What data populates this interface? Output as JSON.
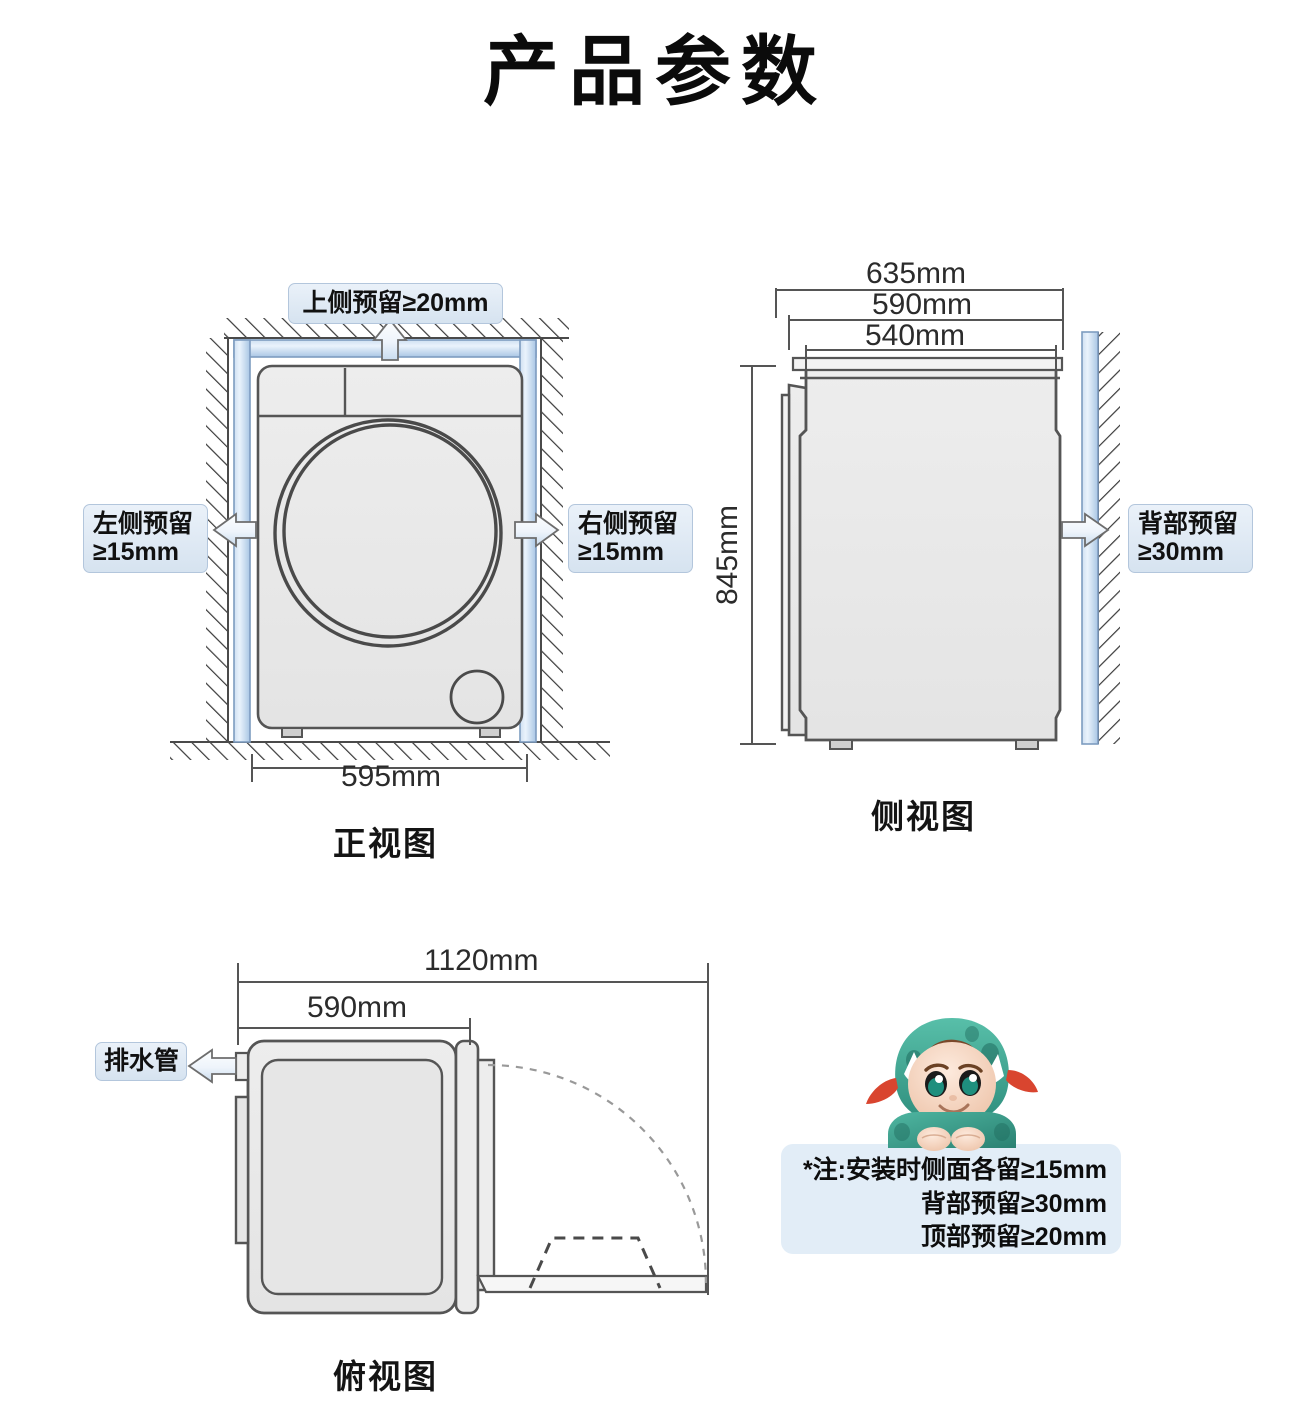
{
  "page": {
    "title": "产品参数"
  },
  "front_view": {
    "label": "正视图",
    "callouts": {
      "top": "上侧预留≥20mm",
      "left": "左侧预留\n≥15mm",
      "right": "右侧预留\n≥15mm"
    },
    "dimensions": {
      "width": "595mm"
    }
  },
  "side_view": {
    "label": "侧视图",
    "callouts": {
      "back": "背部预留\n≥30mm"
    },
    "dimensions": {
      "depth_total": "635mm",
      "depth_mid": "590mm",
      "depth_body": "540mm",
      "height": "845mm"
    }
  },
  "top_view": {
    "label": "俯视图",
    "callouts": {
      "drain": "排水管"
    },
    "dimensions": {
      "door_open_depth": "1120mm",
      "width": "590mm"
    }
  },
  "note": {
    "text": "*注:安装时侧面各留≥15mm\n背部预留≥30mm\n顶部预留≥20mm"
  },
  "colors": {
    "wall_fill_light": "#e8f0fa",
    "wall_fill_dark": "#a9c6e4",
    "callout_border": "#b3c6dc",
    "note_bg": "#e2edf7",
    "body_fill": "#e9e9e9",
    "outline": "#555555",
    "mascot_suit": "#3aa894",
    "mascot_skin": "#f6d9c6"
  }
}
